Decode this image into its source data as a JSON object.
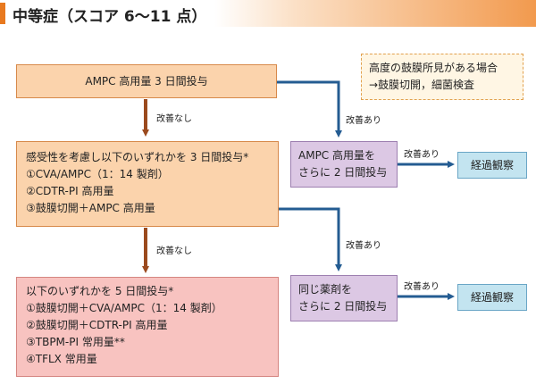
{
  "header": {
    "title": "中等症（スコア 6～11 点）"
  },
  "note": {
    "lines": [
      "高度の鼓膜所見がある場合",
      "→鼓膜切開，細菌検査"
    ]
  },
  "steps": {
    "step1": "AMPC 高用量 3 日間投与",
    "step2": {
      "heading": "感受性を考慮し以下のいずれかを 3 日間投与*",
      "options": [
        "①CVA/AMPC（1：14 製剤）",
        "②CDTR-PI 高用量",
        "③鼓膜切開＋AMPC 高用量"
      ]
    },
    "step3": {
      "heading": "以下のいずれかを 5 日間投与*",
      "options": [
        "①鼓膜切開＋CVA/AMPC（1：14 製剤）",
        "②鼓膜切開＋CDTR-PI 高用量",
        "③TBPM-PI 常用量**",
        "④TFLX 常用量"
      ]
    },
    "continue1": [
      "AMPC 高用量を",
      "さらに 2 日間投与"
    ],
    "continue2": [
      "同じ薬剤を",
      "さらに 2 日間投与"
    ],
    "observe1": "経過観察",
    "observe2": "経過観察"
  },
  "labels": {
    "no_improvement_1": "改善なし",
    "no_improvement_2": "改善なし",
    "improved_1": "改善あり",
    "improved_2": "改善あり",
    "improved_3": "改善あり",
    "improved_4": "改善あり"
  },
  "colors": {
    "accent": "#e8791f",
    "down_arrow": "#9b4a1e",
    "right_arrow": "#245c92"
  }
}
